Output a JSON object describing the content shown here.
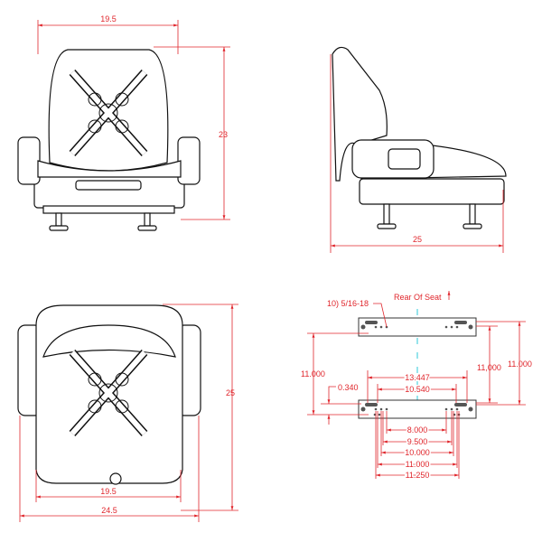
{
  "front_view": {
    "width_label": "19.5",
    "height_label": "23"
  },
  "side_view": {
    "depth_label": "25"
  },
  "top_view": {
    "seat_width_label": "19.5",
    "overall_width_label": "24.5",
    "depth_label": "25"
  },
  "mounting": {
    "bolt_note": "10) 5/16-18",
    "rear_label": "Rear Of Seat",
    "left_spacing": "11.000",
    "right_inner_spacing": "11,000",
    "right_outer_spacing": "11.000",
    "offset": "0.340",
    "widths": [
      "13.447",
      "10.540",
      "8.000",
      "9.500",
      "10.000",
      "11.000",
      "11.250"
    ]
  },
  "colors": {
    "dimension": "#e0262c",
    "centerline": "#2ec8d8",
    "outline": "#111111"
  }
}
